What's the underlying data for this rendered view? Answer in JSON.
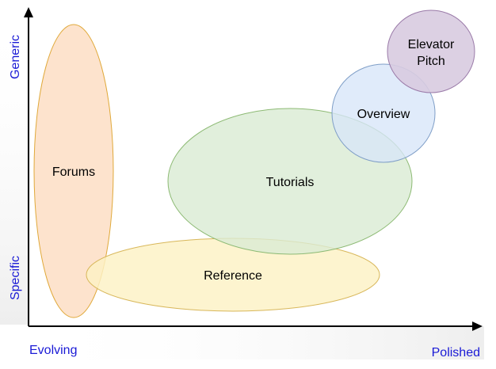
{
  "axes": {
    "y_top_label": "Generic",
    "y_bottom_label": "Specific",
    "x_left_label": "Evolving",
    "x_right_label": "Polished",
    "label_color": "#1a1ad6",
    "axis_color": "#000000"
  },
  "regions": [
    {
      "id": "forums",
      "label": "Forums",
      "fill": "#fde3cd",
      "stroke": "#e0a93a"
    },
    {
      "id": "reference",
      "label": "Reference",
      "fill": "#fdf1c4",
      "stroke": "#d8b75a"
    },
    {
      "id": "tutorials",
      "label": "Tutorials",
      "fill": "#d9ebd3",
      "stroke": "#8dba74"
    },
    {
      "id": "overview",
      "label": "Overview",
      "fill": "#d7e6f8",
      "stroke": "#7f9ec7"
    },
    {
      "id": "elevator-pitch",
      "label": "Elevator Pitch",
      "label_lines": [
        "Elevator",
        "Pitch"
      ],
      "fill": "#d8cbe0",
      "stroke": "#9a7aa8"
    }
  ]
}
